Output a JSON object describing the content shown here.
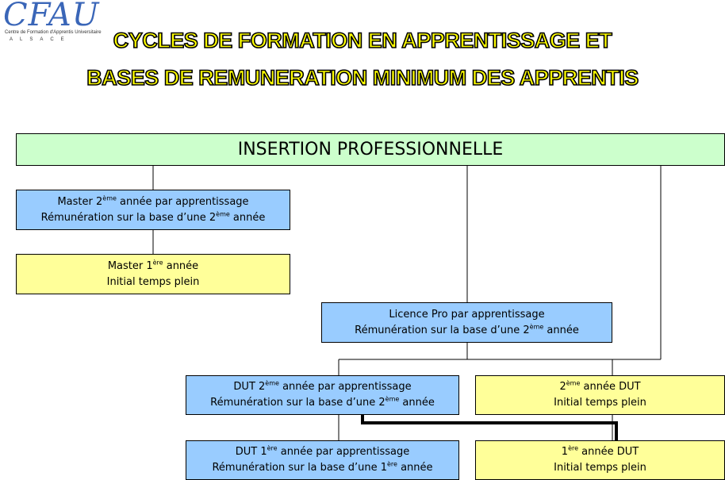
{
  "logo": {
    "text": "CFAU",
    "subtitle": "Centre de Formation d'Apprentis Universitaire",
    "region": "ALSACE"
  },
  "title": {
    "line1": "CYCLES DE FORMATION EN APPRENTISSAGE ET",
    "line2": "BASES DE REMUNERATION MINIMUM DES APPRENTIS"
  },
  "colors": {
    "header_green": "#ccffcc",
    "apprentissage_blue": "#99ccff",
    "initial_yellow": "#ffff99",
    "title_fill": "#ffff00"
  },
  "nodes": {
    "insertion": {
      "label": "INSERTION PROFESSIONNELLE"
    },
    "master2": {
      "l1a": "Master 2",
      "l1sup": "ème",
      "l1b": " année par apprentissage",
      "l2a": "Rémunération sur la base d’une 2",
      "l2sup": "ème",
      "l2b": " année"
    },
    "master1": {
      "l1a": "Master 1",
      "l1sup": "ère",
      "l1b": " année",
      "l2": "Initial temps plein"
    },
    "licence": {
      "l1": "Licence Pro par apprentissage",
      "l2a": "Rémunération sur la base d’une 2",
      "l2sup": "ème",
      "l2b": " année"
    },
    "dut2_app": {
      "l1a": "DUT 2",
      "l1sup": "ème",
      "l1b": " année par apprentissage",
      "l2a": "Rémunération sur la base d’une 2",
      "l2sup": "ème",
      "l2b": " année"
    },
    "dut2_init": {
      "l1a": "2",
      "l1sup": "ème",
      "l1b": " année DUT",
      "l2": "Initial temps plein"
    },
    "dut1_app": {
      "l1a": "DUT 1",
      "l1sup": "ère",
      "l1b": " année par apprentissage",
      "l2a": "Rémunération sur la base d’une 1",
      "l2sup": "ère",
      "l2b": " année"
    },
    "dut1_init": {
      "l1a": "1",
      "l1sup": "ère",
      "l1b": " année DUT",
      "l2": "Initial temps plein"
    }
  }
}
